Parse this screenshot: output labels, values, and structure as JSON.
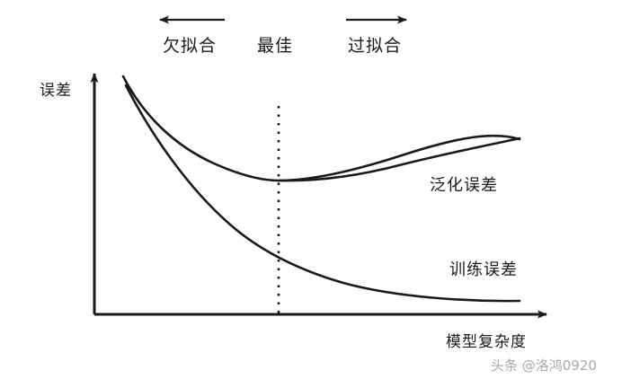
{
  "figure": {
    "background_color": "#ffffff",
    "ink_color": "#1a1a1a",
    "watermark_color": "#9a9a9a"
  },
  "axes": {
    "y_label": "误差",
    "x_label": "模型复杂度"
  },
  "regions": {
    "underfit_label": "欠拟合",
    "optimal_label": "最佳",
    "overfit_label": "过拟合",
    "underfit_arrow_direction": "left",
    "overfit_arrow_direction": "right"
  },
  "curves": {
    "generalization_label": "泛化误差",
    "training_label": "训练误差"
  },
  "watermark": {
    "text": "头条 @洛鸿0920"
  },
  "chart_data": {
    "type": "line",
    "title": "",
    "xlabel": "模型复杂度",
    "ylabel": "误差",
    "xlim": [
      0,
      10
    ],
    "ylim": [
      0,
      10
    ],
    "grid": false,
    "legend": "inline-right",
    "annotations": [
      {
        "text": "欠拟合",
        "x": 2.6,
        "y": 10.2,
        "arrow": "left"
      },
      {
        "text": "最佳",
        "x": 5.0,
        "y": 10.2,
        "arrow": "none"
      },
      {
        "text": "过拟合",
        "x": 7.2,
        "y": 10.2,
        "arrow": "right"
      }
    ],
    "optimal_marker": {
      "type": "vertical-dashed-line",
      "x": 5.0
    },
    "series": [
      {
        "name": "泛化误差",
        "label_position": "right",
        "x": [
          0.65,
          1.2,
          1.8,
          2.5,
          3.2,
          4.0,
          5.0,
          6.0,
          7.0,
          8.0,
          9.0,
          9.3
        ],
        "y": [
          9.7,
          8.3,
          7.1,
          6.1,
          5.4,
          5.0,
          4.75,
          4.85,
          5.2,
          5.8,
          6.6,
          6.85
        ]
      },
      {
        "name": "训练误差",
        "label_position": "right",
        "x": [
          0.7,
          1.2,
          1.8,
          2.5,
          3.2,
          4.0,
          5.0,
          6.0,
          7.0,
          8.0,
          9.0,
          9.3
        ],
        "y": [
          9.3,
          8.0,
          6.7,
          5.5,
          4.6,
          3.8,
          3.0,
          2.4,
          1.95,
          1.65,
          1.5,
          1.45
        ]
      }
    ]
  }
}
